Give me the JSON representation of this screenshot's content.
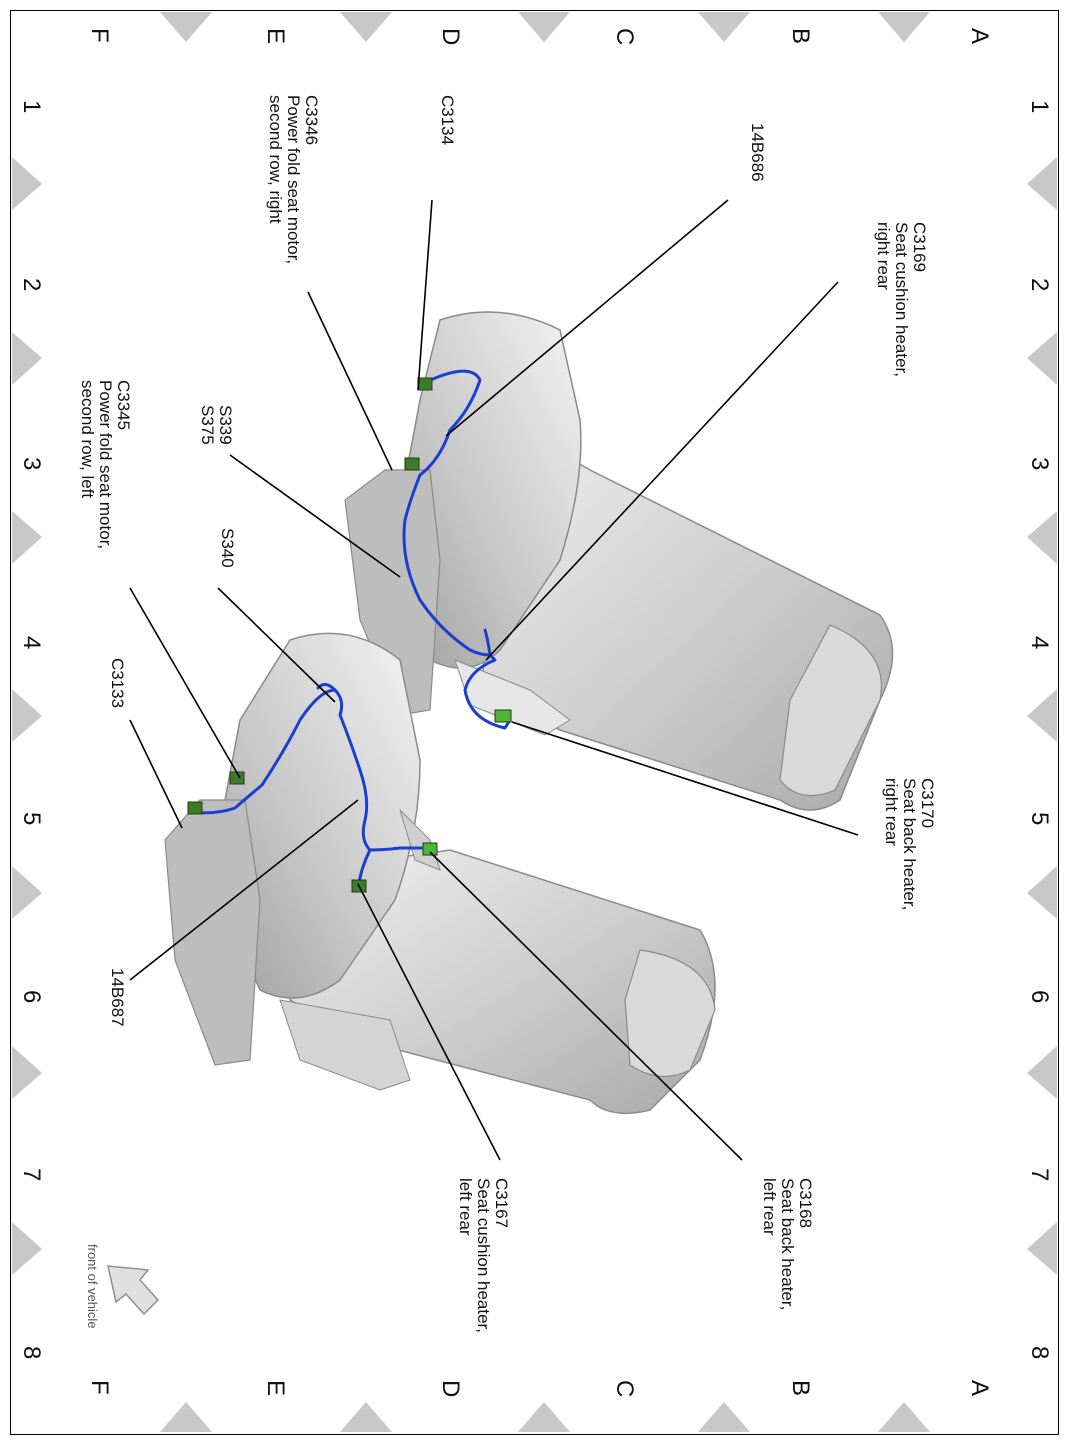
{
  "grid": {
    "rows": [
      "A",
      "B",
      "C",
      "D",
      "E",
      "F"
    ],
    "columns": [
      "1",
      "2",
      "3",
      "4",
      "5",
      "6",
      "7",
      "8"
    ]
  },
  "callouts": {
    "c3169": {
      "id": "C3169",
      "line1": "Seat cushion heater,",
      "line2": "right rear"
    },
    "b14b686": {
      "id": "14B686"
    },
    "c3134": {
      "id": "C3134"
    },
    "c3346": {
      "id": "C3346",
      "line1": "Power fold seat motor,",
      "line2": "second row, right"
    },
    "s339": {
      "id": "S339",
      "line2": "S375"
    },
    "s340": {
      "id": "S340"
    },
    "c3345": {
      "id": "C3345",
      "line1": "Power fold seat motor,",
      "line2": "second row, left"
    },
    "c3133": {
      "id": "C3133"
    },
    "c3170": {
      "id": "C3170",
      "line1": "Seat back heater,",
      "line2": "right rear"
    },
    "b14b687": {
      "id": "14B687"
    },
    "c3168": {
      "id": "C3168",
      "line1": "Seat back heater,",
      "line2": "left rear"
    },
    "c3167": {
      "id": "C3167",
      "line1": "Seat cushion heater,",
      "line2": "left rear"
    }
  },
  "front_of_vehicle": "front of vehicle",
  "colors": {
    "wire": "#1a3fd0",
    "connector": "#3d7a2a",
    "seat": "#c9c9c9",
    "border_triangle": "#c8c8c8"
  }
}
